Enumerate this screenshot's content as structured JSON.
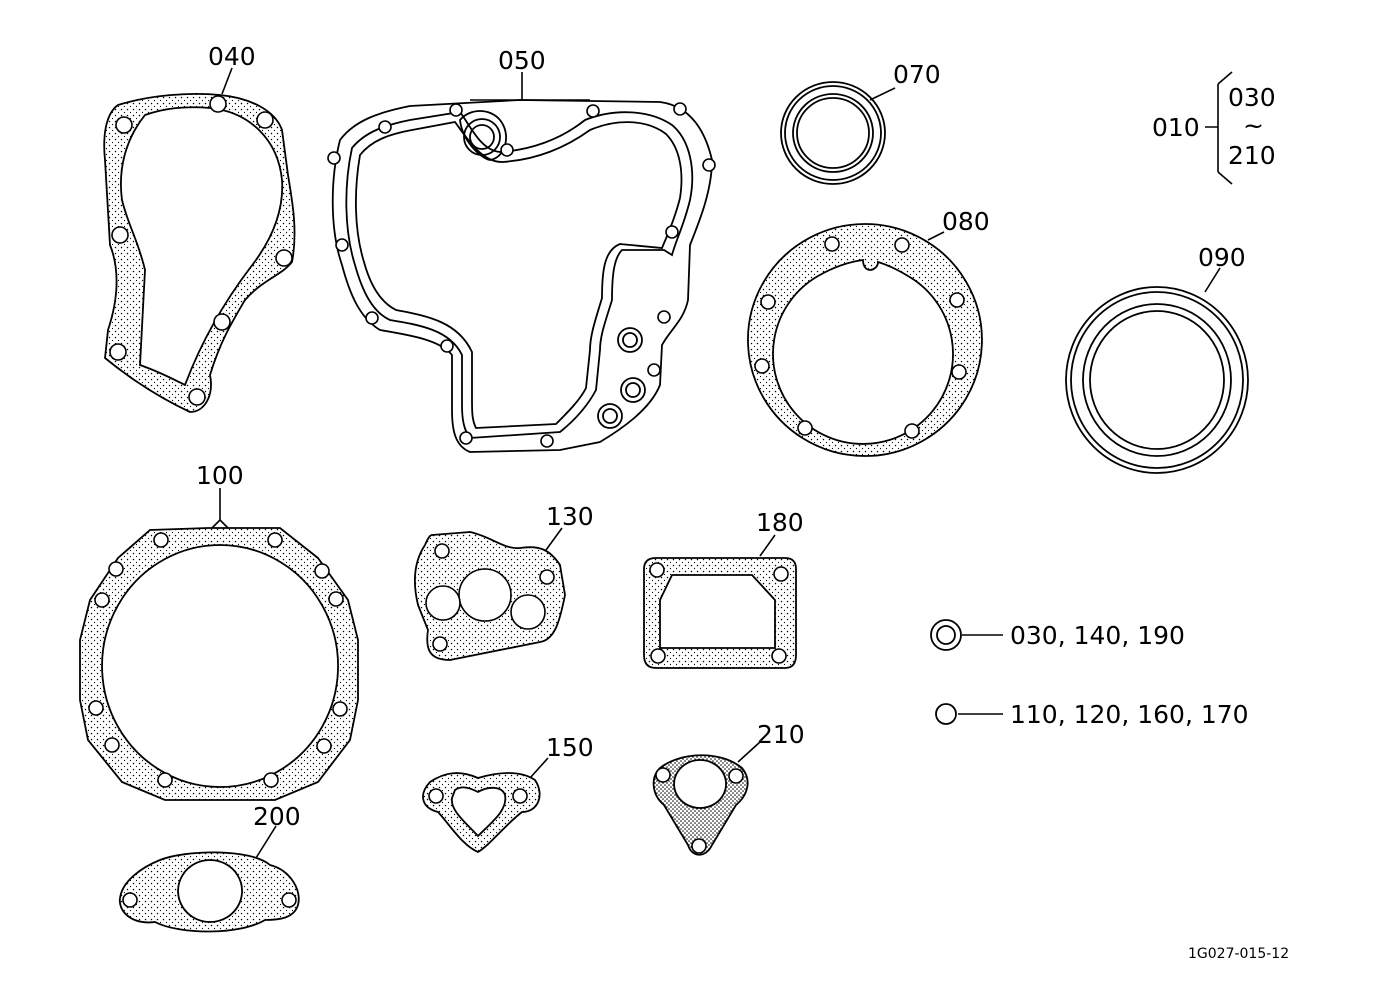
{
  "diagram_id": "1G027-015-12",
  "parts": {
    "p040": "040",
    "p050": "050",
    "p070": "070",
    "p080": "080",
    "p090": "090",
    "p100": "100",
    "p130": "130",
    "p150": "150",
    "p180": "180",
    "p200": "200",
    "p210": "210"
  },
  "kit": {
    "parent": "010",
    "range_start": "030",
    "range_sep": "~",
    "range_end": "210"
  },
  "legend": {
    "washer_parts": "030, 140, 190",
    "oring_parts": "110, 120, 160, 170"
  },
  "colors": {
    "ink": "#000000",
    "paper": "#ffffff"
  }
}
